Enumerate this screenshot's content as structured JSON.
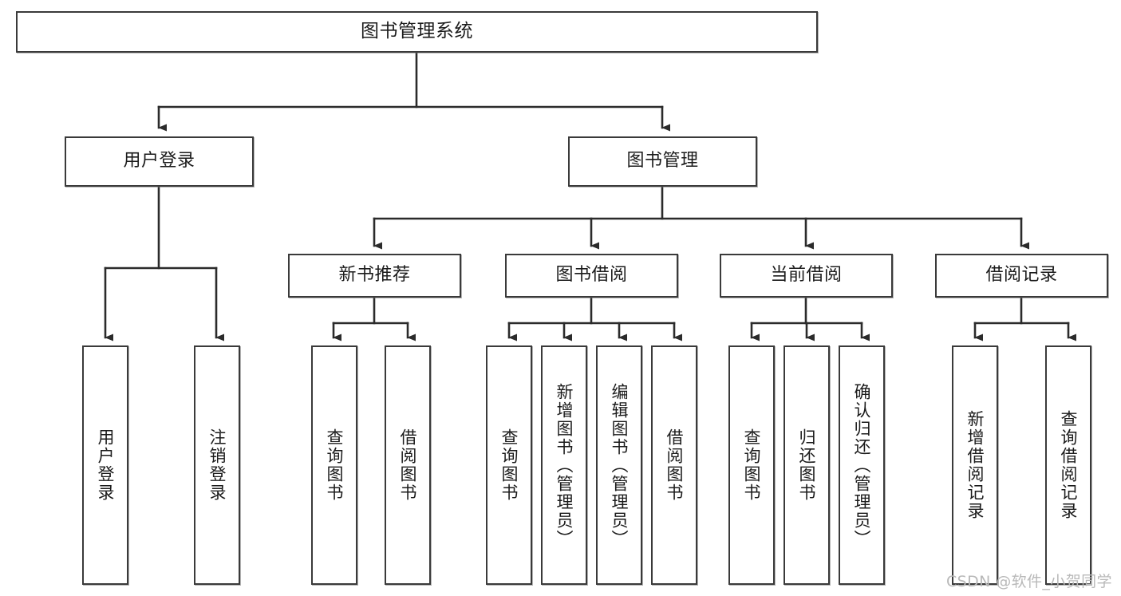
{
  "diagram": {
    "title": "图书管理系统",
    "type": "tree-hierarchy-chart",
    "colors": {
      "box_border": "#3a3a3a",
      "box_fill": "#ffffff",
      "edge": "#2b2b2b",
      "text": "#1b1b1b",
      "watermark": "#b9b9b9",
      "background": "#ffffff"
    },
    "root": {
      "label": "图书管理系统"
    },
    "level2": [
      {
        "label": "用户登录"
      },
      {
        "label": "图书管理"
      }
    ],
    "level3": [
      {
        "label": "新书推荐"
      },
      {
        "label": "图书借阅"
      },
      {
        "label": "当前借阅"
      },
      {
        "label": "借阅记录"
      }
    ],
    "leaves": {
      "user_login": [
        {
          "label": "用户登录"
        },
        {
          "label": "注销登录"
        }
      ],
      "new_book_recommend": [
        {
          "label": "查询图书"
        },
        {
          "label": "借阅图书"
        }
      ],
      "book_borrow": [
        {
          "label": "查询图书"
        },
        {
          "label": "新增图书（管理员）"
        },
        {
          "label": "编辑图书（管理员）"
        },
        {
          "label": "借阅图书"
        }
      ],
      "current_borrow": [
        {
          "label": "查询图书"
        },
        {
          "label": "归还图书"
        },
        {
          "label": "确认归还（管理员）"
        }
      ],
      "borrow_record": [
        {
          "label": "新增借阅记录"
        },
        {
          "label": "查询借阅记录"
        }
      ]
    },
    "watermark": "CSDN @软件_小贺同学"
  }
}
